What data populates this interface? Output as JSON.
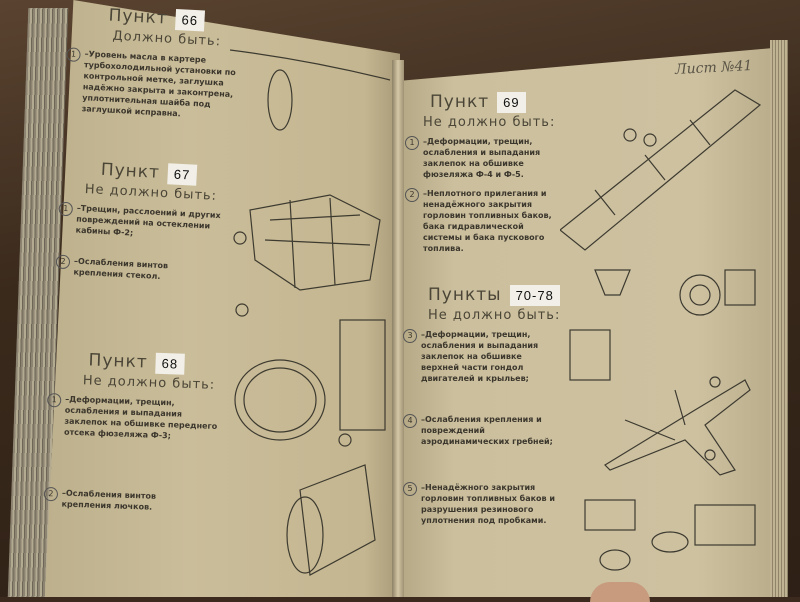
{
  "left_page": {
    "sections": [
      {
        "title": "Пункт",
        "number": "66",
        "subtitle": "Должно быть:",
        "items": [
          {
            "mark": "1",
            "text": "–Уровень масла в картере турбохолодильной установки по контрольной метке, заглушка надёжно закрыта и законтрена, уплотнительная шайба под заглушкой исправна."
          }
        ]
      },
      {
        "title": "Пункт",
        "number": "67",
        "subtitle": "Не должно быть:",
        "items": [
          {
            "mark": "1",
            "text": "–Трещин, расслоений и других повреждений на остеклении кабины Ф-2;"
          },
          {
            "mark": "2",
            "text": "–Ослабления винтов крепления стекол."
          }
        ]
      },
      {
        "title": "Пункт",
        "number": "68",
        "subtitle": "Не должно быть:",
        "items": [
          {
            "mark": "1",
            "text": "–Деформации, трещин, ослабления и выпадания заклепок на обшивке переднего отсека фюзеляжа Ф-3;"
          },
          {
            "mark": "2",
            "text": "–Ослабления винтов крепления лючков."
          }
        ]
      }
    ]
  },
  "right_page": {
    "sheet_label": "Лист №41",
    "sections": [
      {
        "title": "Пункт",
        "number": "69",
        "subtitle": "Не должно быть:",
        "items": [
          {
            "mark": "1",
            "text": "–Деформации, трещин, ослабления и выпадания заклепок на обшивке фюзеляжа Ф-4 и Ф-5."
          },
          {
            "mark": "2",
            "text": "–Неплотного прилегания и ненадёжного закрытия горловин топливных баков, бака гидравлической системы и бака пускового топлива."
          }
        ]
      },
      {
        "title": "Пункты",
        "number": "70-78",
        "subtitle": "Не должно быть:",
        "items": [
          {
            "mark": "3",
            "text": "–Деформации, трещин, ослабления и выпадания заклепок на обшивке верхней части гондол двигателей и крыльев;"
          },
          {
            "mark": "4",
            "text": "–Ослабления крепления и повреждений аэродинамических гребней;"
          },
          {
            "mark": "5",
            "text": "–Ненадёжного закрытия горловин топливных баков и разрушения резинового уплотнения под пробками."
          }
        ]
      }
    ]
  }
}
